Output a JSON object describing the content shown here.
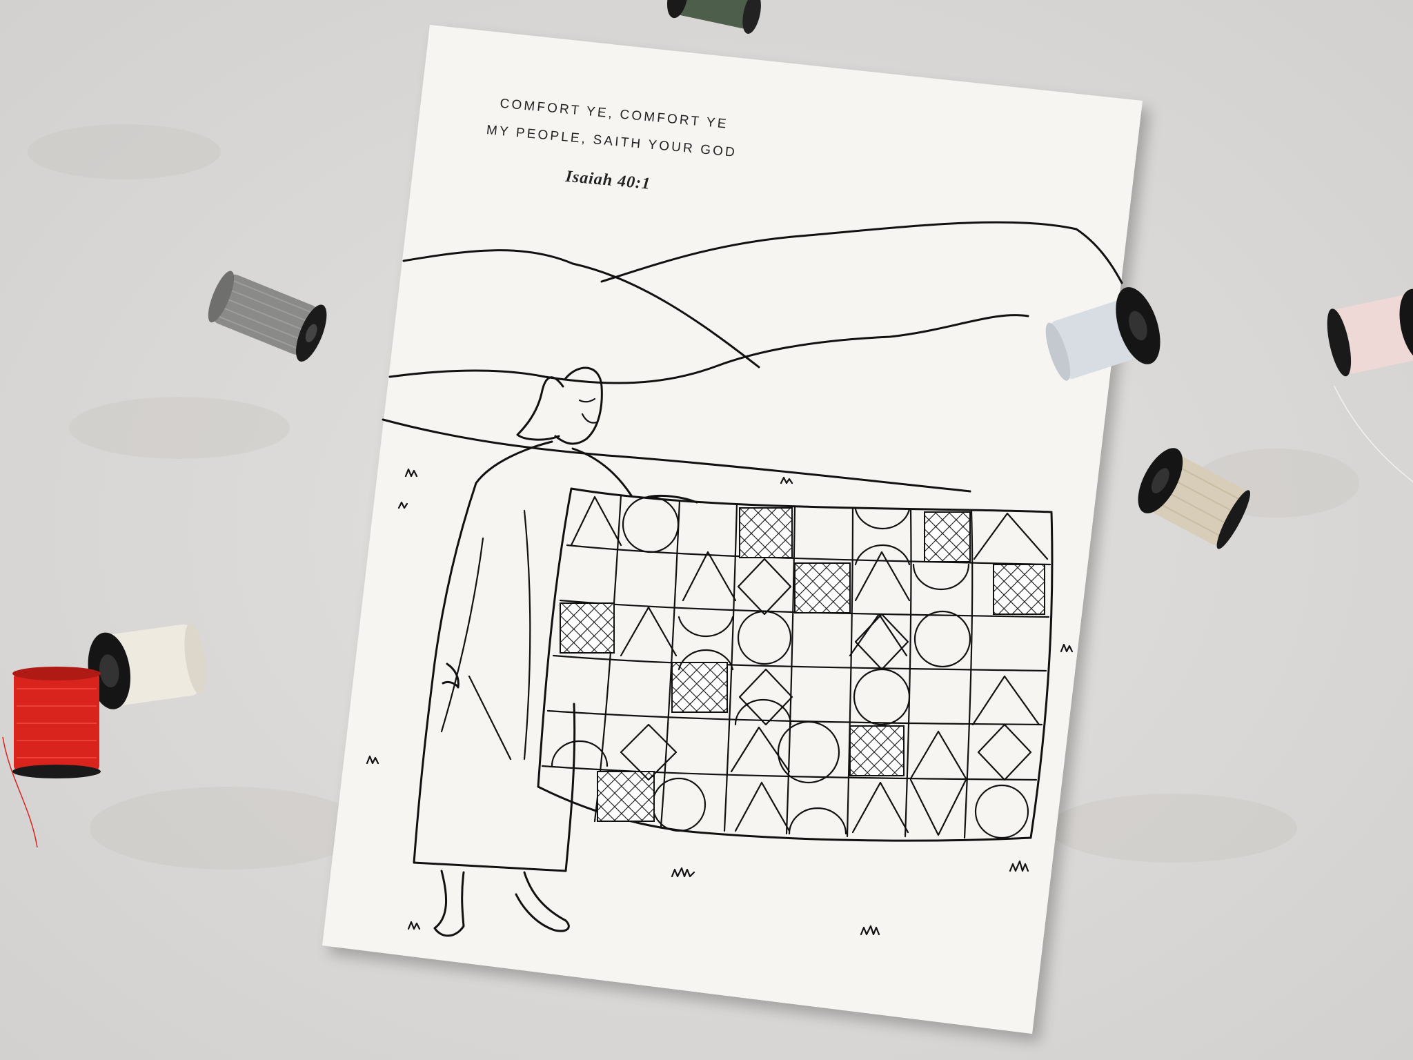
{
  "verse": {
    "line1": "COMFORT YE, COMFORT YE",
    "line2": "MY PEOPLE, SAITH YOUR GOD",
    "reference": "Isaiah 40:1"
  },
  "colors": {
    "background": "#dedcda",
    "paper": "#f6f5f2",
    "ink": "#111111",
    "spool_red": "#d9241e",
    "spool_grey": "#8a8a88",
    "spool_cream": "#efeae0",
    "spool_beige": "#d8cdb8",
    "spool_lightblue": "#d8dde4",
    "spool_pink": "#efd9d6"
  },
  "objects": [
    "coloring-page",
    "thread-spool-grey",
    "thread-spool-cream",
    "thread-spool-red",
    "thread-spool-lightblue",
    "thread-spool-beige",
    "thread-spool-pink",
    "thread-spool-green"
  ]
}
